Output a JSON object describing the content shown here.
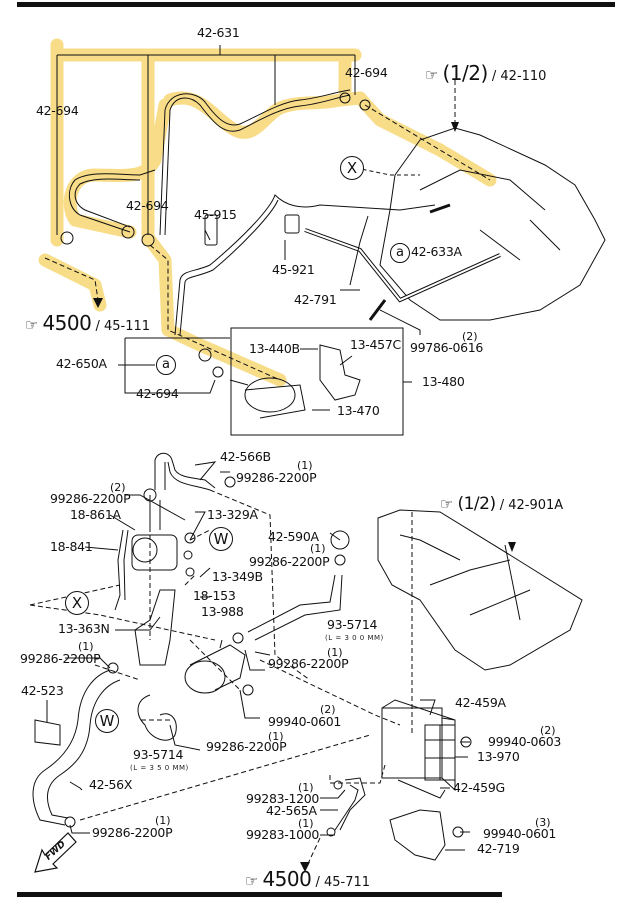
{
  "colors": {
    "line": "#111111",
    "highlight": "#f7d774",
    "background": "#ffffff"
  },
  "top_section": {
    "callouts": {
      "c42_631": "42-631",
      "c42_694_left": "42-694",
      "c42_694_mid": "42-694",
      "c42_694_right": "42-694",
      "c42_694_bottom": "42-694",
      "c45_915": "45-915",
      "c45_921": "45-921",
      "c42_791": "42-791",
      "c42_633A": "42-633A",
      "c42_650A": "42-650A",
      "c13_440B": "13-440B",
      "c13_457C": "13-457C",
      "c13_480": "13-480",
      "c13_470": "13-470",
      "c99786_0616": "99786-0616",
      "q99786_0616": "(2)"
    },
    "markers": {
      "x": "X",
      "a_mid": "a",
      "a_left": "a"
    },
    "refs": {
      "tank_ref": {
        "page": "(1/2)",
        "code": "42-110"
      },
      "line_ref": {
        "page": "4500",
        "code": "45-111"
      }
    }
  },
  "bottom_section": {
    "callouts": {
      "c42_566B": "42-566B",
      "c99286_a": "99286-2200P",
      "q99286_a": "(1)",
      "c99286_b": "99286-2200P",
      "q99286_b": "(2)",
      "c18_861A": "18-861A",
      "c13_329A": "13-329A",
      "c18_841": "18-841",
      "c13_349B": "13-349B",
      "c42_590A": "42-590A",
      "c99286_c": "99286-2200P",
      "q99286_c": "(1)",
      "c18_153": "18-153",
      "c13_988": "13-988",
      "c13_363N": "13-363N",
      "c93_5714_a": "93-5714",
      "len_a": "(L = 3 0 0 MM)",
      "c99286_d": "99286-2200P",
      "q99286_d": "(1)",
      "c99286_e": "99286-2200P",
      "q99286_e": "(1)",
      "c42_523": "42-523",
      "c99940_0601_a": "99940-0601",
      "q99940_0601_a": "(2)",
      "c99286_f": "99286-2200P",
      "q99286_f": "(1)",
      "c93_5714_b": "93-5714",
      "len_b": "(L = 3 5 0 MM)",
      "c42_56X": "42-56X",
      "c42_459A": "42-459A",
      "c99940_0603": "99940-0603",
      "q99940_0603": "(2)",
      "c13_970": "13-970",
      "c42_459G": "42-459G",
      "c99283_1200": "99283-1200",
      "q99283_1200": "(1)",
      "c42_565A": "42-565A",
      "c99283_1000": "99283-1000",
      "q99283_1000": "(1)",
      "c99940_0601_b": "99940-0601",
      "q99940_0601_b": "(3)",
      "c42_719": "42-719",
      "c99286_g": "99286-2200P",
      "q99286_g": "(1)"
    },
    "markers": {
      "w1": "W",
      "x": "X",
      "w2": "W"
    },
    "refs": {
      "pan_ref": {
        "page": "(1/2)",
        "code": "42-901A"
      },
      "line_ref": {
        "page": "4500",
        "code": "45-711"
      }
    },
    "fwd_label": "FWD"
  }
}
